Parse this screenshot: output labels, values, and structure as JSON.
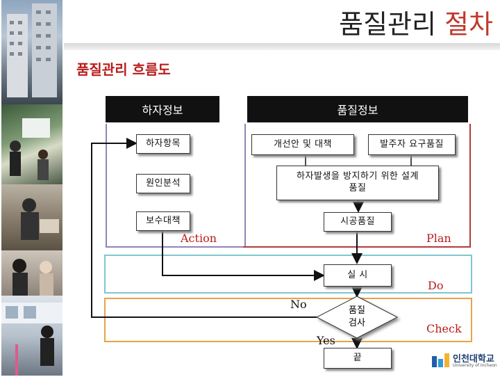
{
  "slide": {
    "title_main": "품질관리",
    "title_accent": "절차",
    "subtitle": "품질관리 흐름도"
  },
  "flow": {
    "header_left": "하자정보",
    "header_right": "품질정보",
    "defect_items": "하자항목",
    "cause_analysis": "원인분석",
    "repair_measures": "보수대책",
    "improvement": "개선안 및 대책",
    "client_quality": "발주자 요구품질",
    "design_quality_line1": "하자발생을 방지하기 위한 설계",
    "design_quality_line2": "품질",
    "construction_quality": "시공품질",
    "execute": "실 시",
    "inspect_line1": "품질",
    "inspect_line2": "검사",
    "end": "끝",
    "no": "No",
    "yes": "Yes"
  },
  "phases": {
    "action": "Action",
    "plan": "Plan",
    "do": "Do",
    "check": "Check"
  },
  "colors": {
    "action_frame": "#8f84b8",
    "plan_frame": "#b23a3a",
    "do_frame": "#7fc6cf",
    "check_frame": "#e8a24c",
    "accent": "#b81c1c"
  },
  "logo": {
    "name": "인천대학교",
    "sub": "University of Incheon"
  }
}
